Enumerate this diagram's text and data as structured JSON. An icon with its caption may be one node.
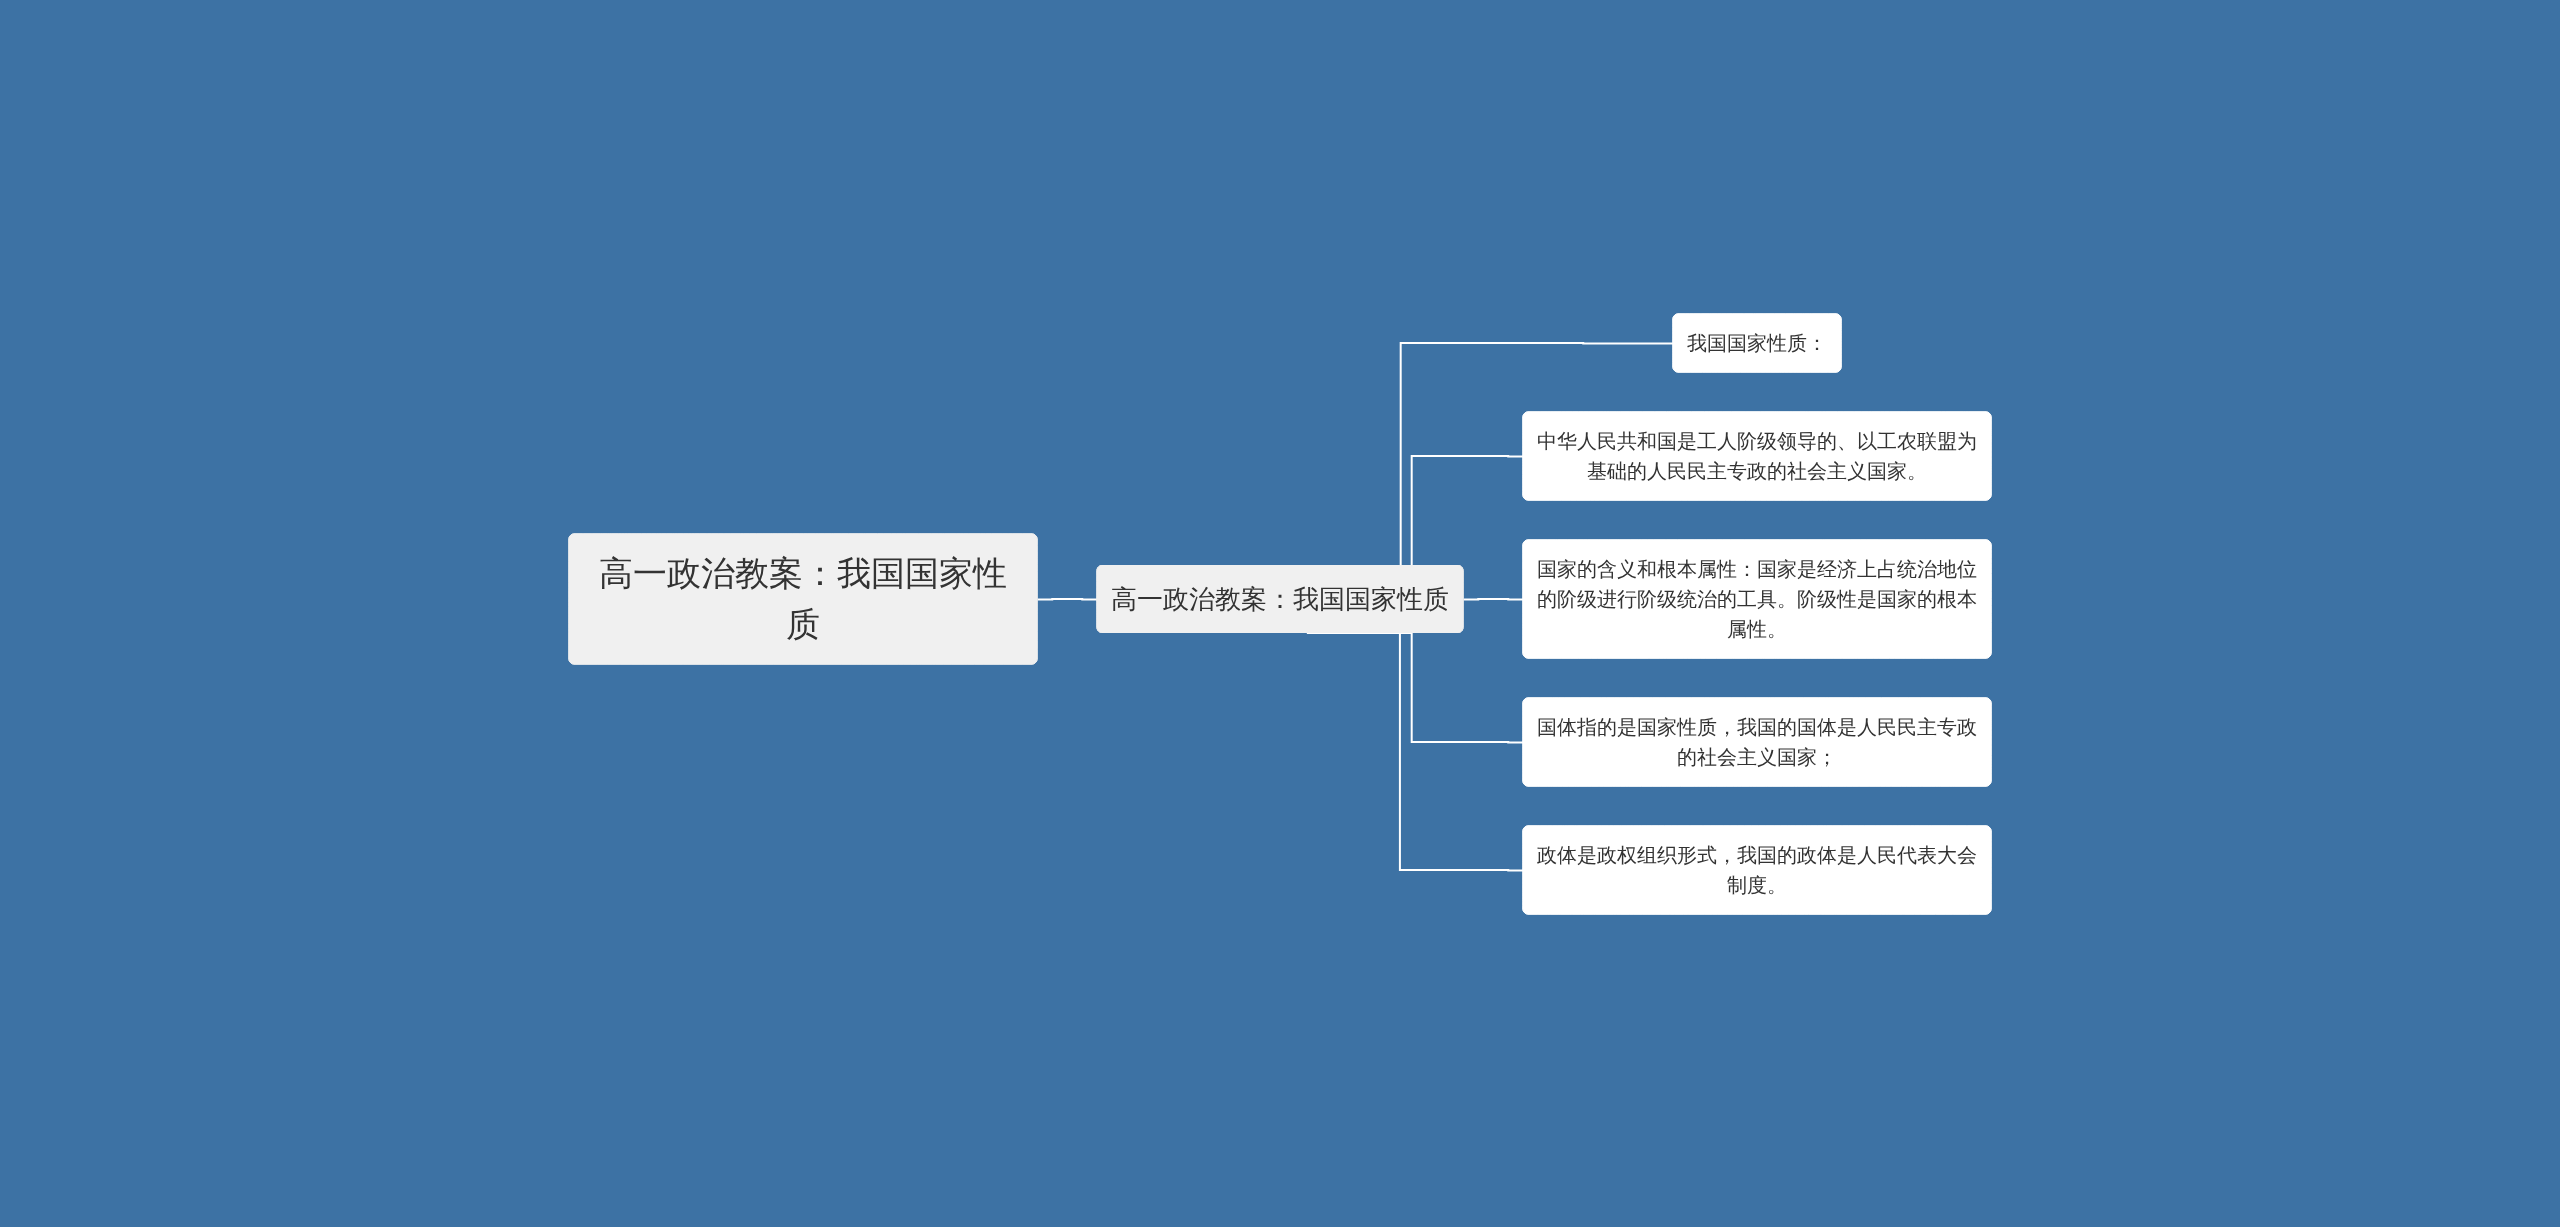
{
  "diagram": {
    "nodes": [
      {
        "text": [
          "高一政治教案：我国国家性质"
        ]
      },
      {
        "text": [
          "高一政治教案：我国国家性质"
        ]
      },
      {
        "text": [
          "我国国家性质："
        ]
      },
      {
        "text": [
          "中华人民共和国是工人阶级领导的、以工农联盟为基础的人民民主专政的社会主义国家。"
        ]
      },
      {
        "text": [
          "国家的含义和根本属性：国家是经济上占统治地位的阶级进行阶级统治的工具。阶级性是国家的根本属性。"
        ]
      },
      {
        "text": [
          "国体指的是国家性质，我国的国体是人民民主专政的社会主义国家；"
        ]
      },
      {
        "text": [
          "政体是政权组织形式，我国的政体是人民代表大会制度。"
        ]
      }
    ],
    "edges": [
      {
        "from": 0,
        "to": 1,
        "arrow": "none"
      },
      {
        "from": 1,
        "to": 2,
        "arrow": "none"
      },
      {
        "from": 1,
        "to": 3,
        "arrow": "none"
      },
      {
        "from": 1,
        "to": 4,
        "arrow": "none"
      },
      {
        "from": 1,
        "to": 5,
        "arrow": "none"
      },
      {
        "from": 1,
        "to": 6,
        "arrow": "none"
      }
    ]
  }
}
